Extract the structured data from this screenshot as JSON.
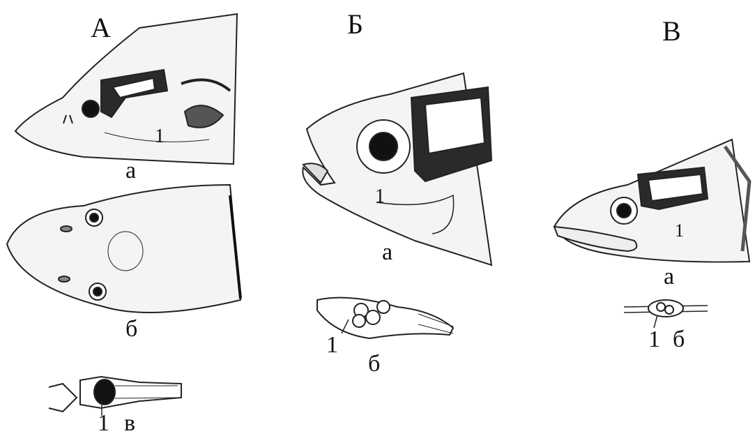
{
  "figure": {
    "panels": [
      {
        "letter": "А",
        "views": [
          {
            "letter": "а",
            "callout": "1"
          },
          {
            "letter": "б"
          },
          {
            "letter": "в",
            "callout": "1"
          }
        ]
      },
      {
        "letter": "Б",
        "views": [
          {
            "letter": "а",
            "callout": "1"
          },
          {
            "letter": "б",
            "callout": "1"
          }
        ]
      },
      {
        "letter": "В",
        "views": [
          {
            "letter": "а",
            "callout": "1"
          },
          {
            "letter": "б",
            "callout": "1"
          }
        ]
      }
    ]
  }
}
